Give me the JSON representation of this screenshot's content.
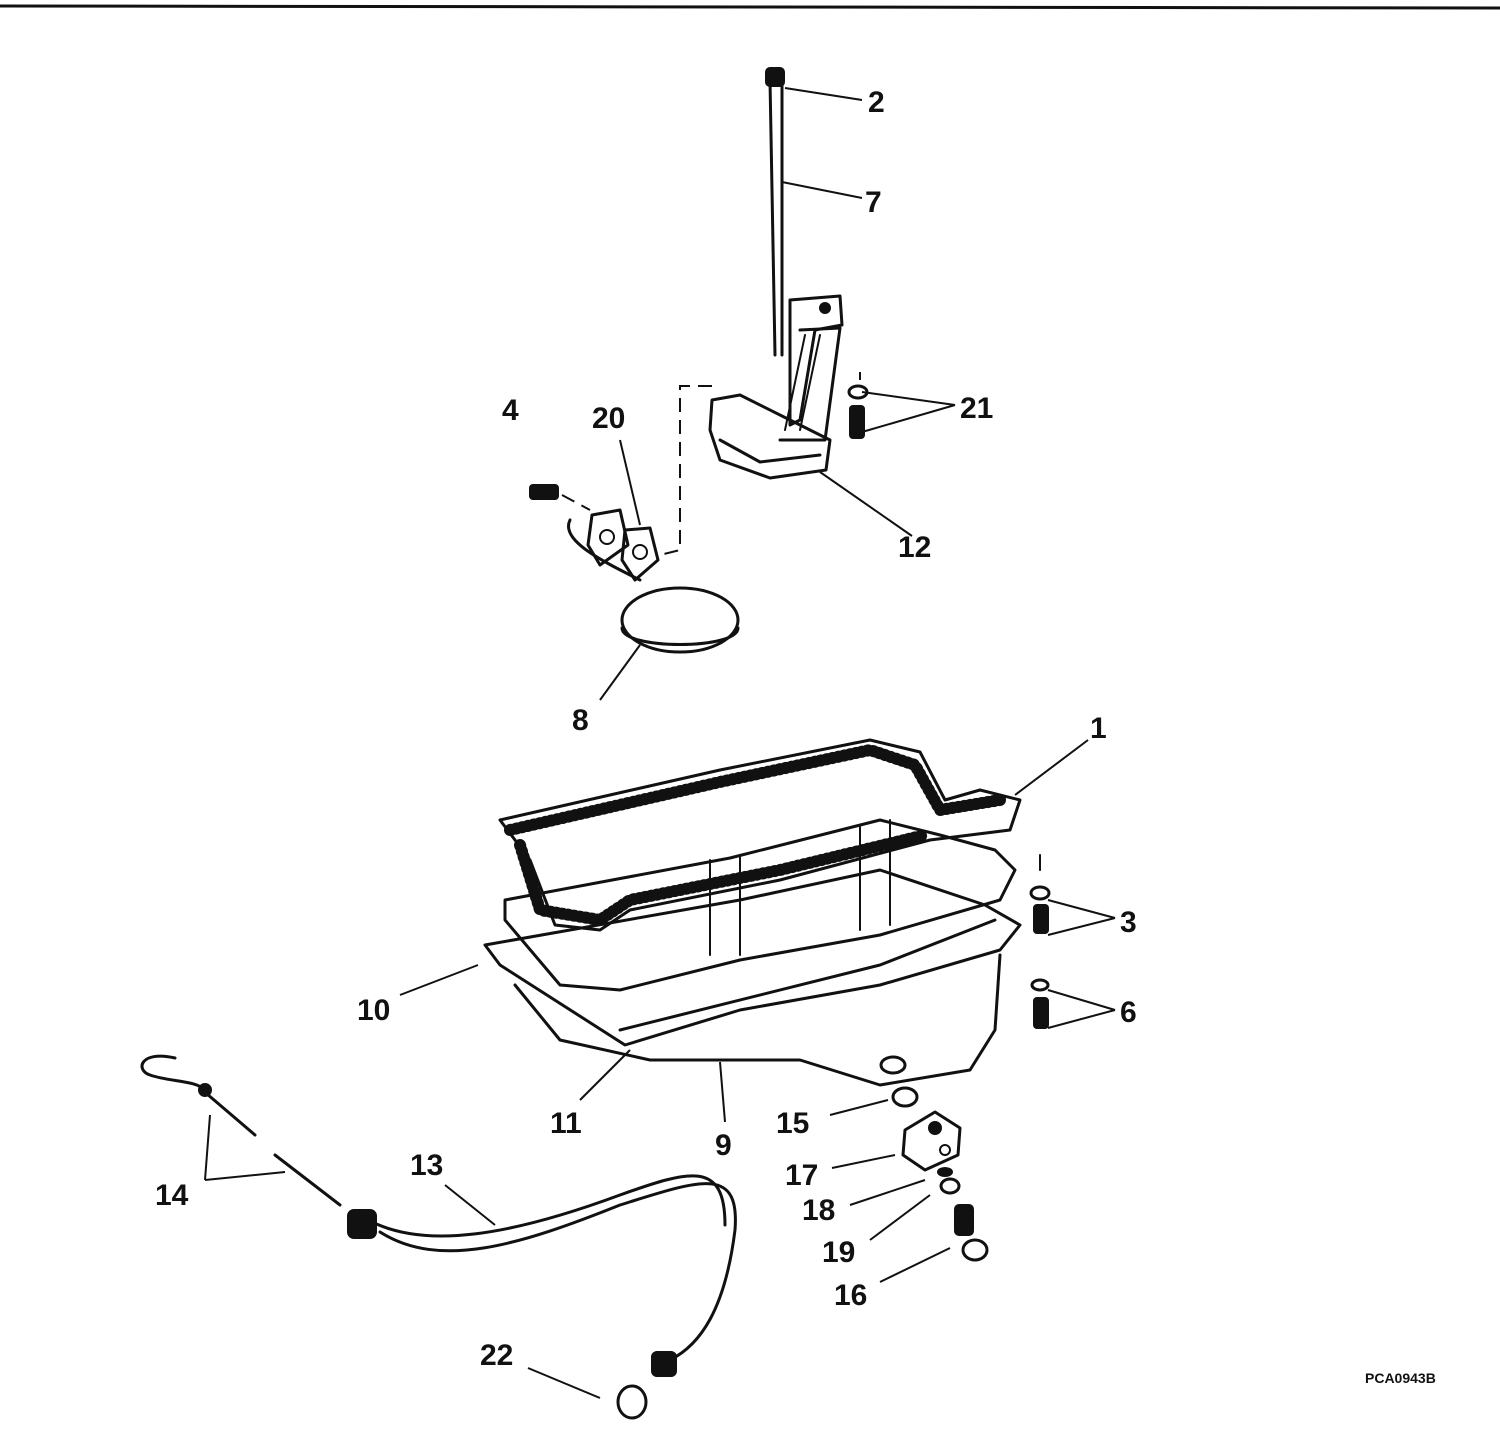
{
  "diagram": {
    "figure_id": "PCA0943B",
    "callouts": [
      "1",
      "2",
      "3",
      "4",
      "6",
      "7",
      "8",
      "9",
      "10",
      "11",
      "12",
      "13",
      "14",
      "15",
      "16",
      "17",
      "18",
      "19",
      "20",
      "21",
      "22"
    ]
  }
}
